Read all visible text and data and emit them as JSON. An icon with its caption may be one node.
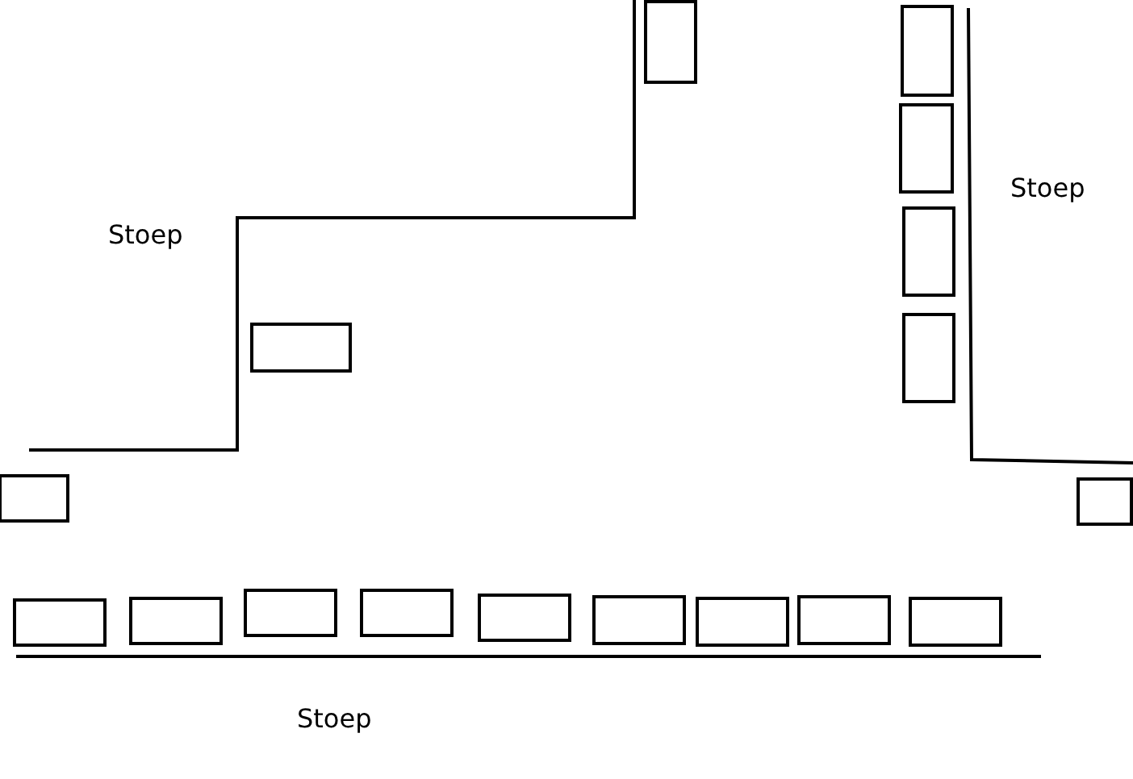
{
  "diagram": {
    "labels": [
      "Stoep",
      "Stoep",
      "Stoep"
    ]
  }
}
